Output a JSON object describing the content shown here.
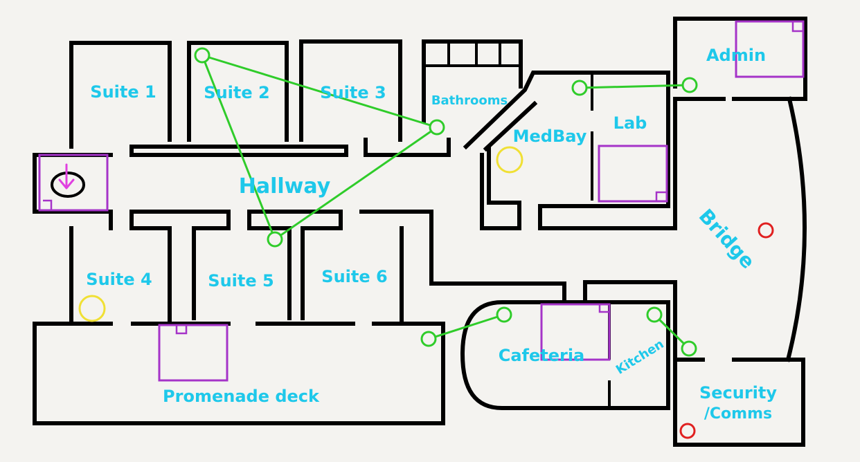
{
  "rooms": {
    "suite_1": "Suite 1",
    "suite_2": "Suite 2",
    "suite_3": "Suite 3",
    "bathrooms": "Bathrooms",
    "medbay": "MedBay",
    "lab": "Lab",
    "admin": "Admin",
    "hallway": "Hallway",
    "bridge": "Bridge",
    "suite_4": "Suite 4",
    "suite_5": "Suite 5",
    "suite_6": "Suite 6",
    "cafeteria": "Cafeteria",
    "kitchen": "Kitchen",
    "security_line1": "Security",
    "security_line2": "/Comms",
    "promenade": "Promenade deck"
  },
  "legend_colors": {
    "room_label": "#1ec8ea",
    "vent": "#2fcc2a",
    "task": "#a533c8",
    "emergency_button": "#f0e034",
    "sabotage_point": "#e02020",
    "spawn_arrow": "#e040e0",
    "walls": "#000000"
  },
  "icons": {
    "spawn": "down-arrow-in-ellipse-icon",
    "vent": "circle-icon",
    "task": "rectangle-with-notch-icon",
    "emergency": "circle-icon",
    "sabotage": "circle-icon"
  }
}
